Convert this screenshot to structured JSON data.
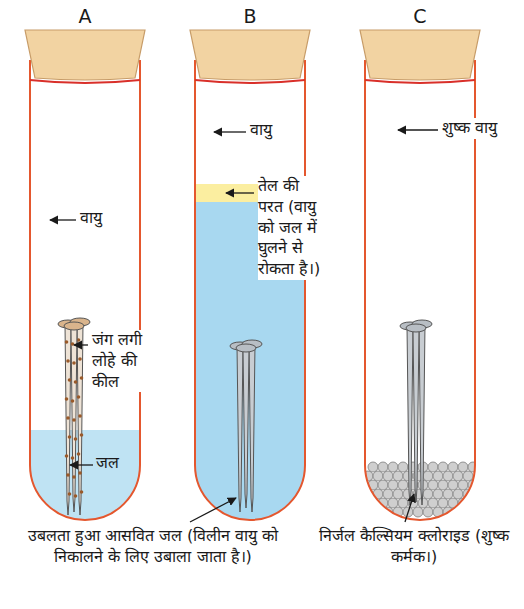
{
  "diagram": {
    "labels": [
      "A",
      "वायु",
      "जंग लगी लोहे की कील",
      "जल",
      "B",
      "वायु",
      "तेल की परत (वायु को जल में घुलने से रोकता है।)",
      "C",
      "शुष्क वायु",
      "उबलता हुआ आसवित जल (विलीन वायु को निकालने के लिए उबाला जाता है।)",
      "निर्जल कैल्सियम क्लोराइड (शुष्क कर्मक।)"
    ]
  }
}
